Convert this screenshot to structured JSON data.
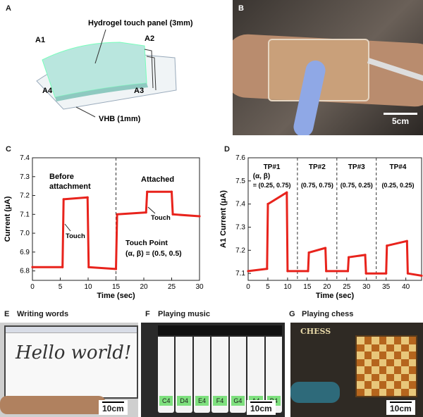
{
  "panels": {
    "A": {
      "letter": "A",
      "labels": {
        "panel": "Hydrogel touch panel (3mm)",
        "vhb": "VHB (1mm)",
        "a1": "A1",
        "a2": "A2",
        "a3": "A3",
        "a4": "A4"
      }
    },
    "B": {
      "letter": "B",
      "scale": "5cm"
    },
    "C": {
      "letter": "C"
    },
    "D": {
      "letter": "D"
    },
    "E": {
      "letter": "E",
      "caption": "Writing words",
      "scale": "10cm",
      "handwriting": "Hello world!"
    },
    "F": {
      "letter": "F",
      "caption": "Playing music",
      "scale": "10cm",
      "keys": [
        "C4",
        "D4",
        "E4",
        "F4",
        "G4",
        "A4",
        "B4"
      ]
    },
    "G": {
      "letter": "G",
      "caption": "Playing chess",
      "scale": "10cm",
      "game_title": "CHESS"
    }
  },
  "colors": {
    "series": "#e8231c",
    "hydrogel": "#b9e6de",
    "text": "#1a1a1a"
  },
  "chart_data": [
    {
      "id": "C",
      "type": "line",
      "xlabel": "Time (sec)",
      "ylabel": "Current (μA)",
      "xlim": [
        0,
        30
      ],
      "ylim": [
        6.75,
        7.4
      ],
      "xticks": [
        0,
        5,
        10,
        15,
        20,
        25,
        30
      ],
      "yticks": [
        6.8,
        6.9,
        7.0,
        7.1,
        7.2,
        7.3,
        7.4
      ],
      "grid": false,
      "divider_x": 15,
      "series": [
        {
          "x": [
            0,
            5.4,
            5.6,
            9.9,
            10.1,
            15,
            15.2,
            20.4,
            20.6,
            25,
            25.2,
            30
          ],
          "y": [
            6.82,
            6.82,
            7.18,
            7.19,
            6.82,
            6.81,
            7.1,
            7.11,
            7.22,
            7.22,
            7.1,
            7.09
          ]
        }
      ],
      "annotations": {
        "before": [
          "Before",
          "attachment"
        ],
        "attached": "Attached",
        "touch1": "Touch",
        "touch2": "Touch",
        "touchpoint": [
          "Touch Point",
          "(α, β) = (0.5, 0.5)"
        ]
      }
    },
    {
      "id": "D",
      "type": "line",
      "xlabel": "Time (sec)",
      "ylabel": "A1 Current (μA)",
      "xlim": [
        0,
        44
      ],
      "ylim": [
        7.07,
        7.6
      ],
      "xticks": [
        0,
        5,
        10,
        15,
        20,
        25,
        30,
        35,
        40
      ],
      "yticks": [
        7.1,
        7.2,
        7.3,
        7.4,
        7.5,
        7.6
      ],
      "grid": false,
      "dividers_x": [
        12.5,
        22.5,
        32.5
      ],
      "series": [
        {
          "x": [
            0,
            4.8,
            5.0,
            9.8,
            10.0,
            15.2,
            15.4,
            19.6,
            19.8,
            25.3,
            25.5,
            29.7,
            29.9,
            35.0,
            35.2,
            40.3,
            40.5,
            44
          ],
          "y": [
            7.11,
            7.12,
            7.4,
            7.45,
            7.11,
            7.11,
            7.19,
            7.21,
            7.11,
            7.11,
            7.17,
            7.18,
            7.1,
            7.1,
            7.22,
            7.24,
            7.1,
            7.09
          ]
        }
      ],
      "touchpoints": [
        {
          "name": "TP#1",
          "coords": "= (0.25, 0.75)",
          "extra": "(α, β)"
        },
        {
          "name": "TP#2",
          "coords": "(0.75, 0.75)"
        },
        {
          "name": "TP#3",
          "coords": "(0.75, 0.25)"
        },
        {
          "name": "TP#4",
          "coords": "(0.25, 0.25)"
        }
      ]
    }
  ]
}
